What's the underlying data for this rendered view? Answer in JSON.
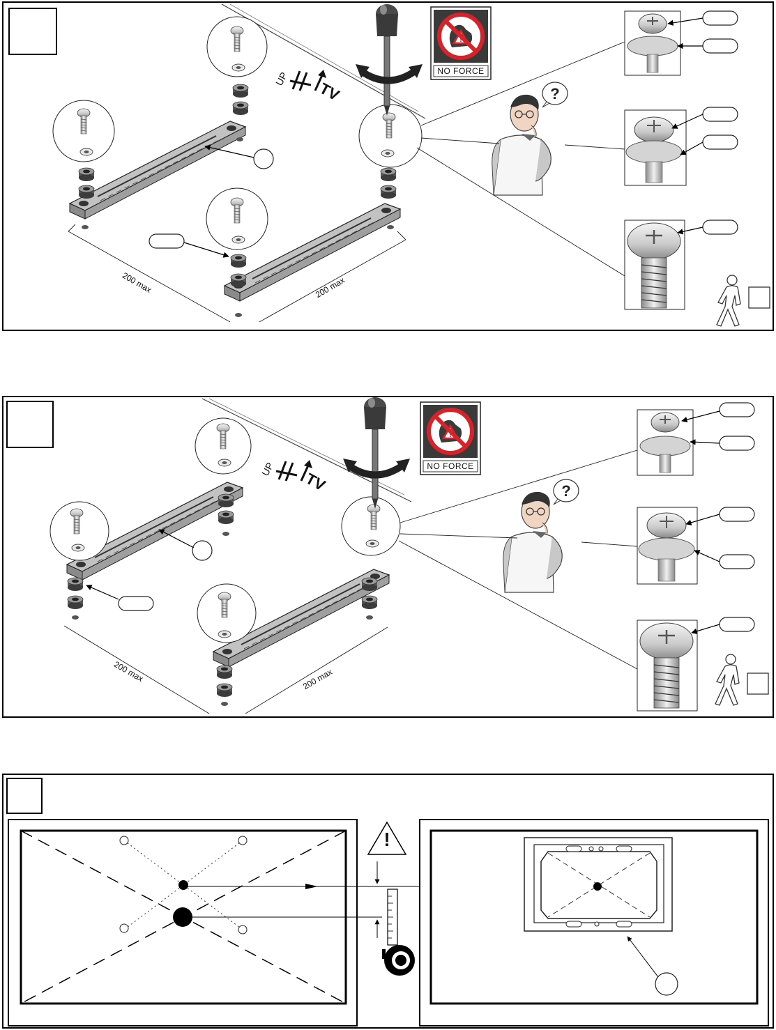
{
  "panels": [
    {
      "id": "panel-1",
      "orientation_labels": {
        "up": "UP",
        "tv": "TV"
      },
      "warning_badge": "NO FORCE",
      "dimensions": [
        "200 max",
        "200 max"
      ]
    },
    {
      "id": "panel-2",
      "orientation_labels": {
        "up": "UP",
        "tv": "TV"
      },
      "warning_badge": "NO FORCE",
      "dimensions": [
        "200 max",
        "200 max"
      ]
    },
    {
      "id": "panel-3",
      "caution_symbol": "!"
    }
  ],
  "icons": {
    "screwdriver": "screwdriver-icon",
    "rotation": "rotate-arrow-icon",
    "no_force": "no-force-icon",
    "thinking_person": "thinking-person-icon",
    "walking_person": "walking-person-icon",
    "tape_measure": "tape-measure-icon",
    "warning": "warning-triangle-icon"
  },
  "colors": {
    "line": "#000000",
    "metal": "#b9b9b9",
    "metal_dark": "#6e6e6e",
    "warning_red": "#d8222a",
    "badge_dark": "#3a3a3a"
  }
}
